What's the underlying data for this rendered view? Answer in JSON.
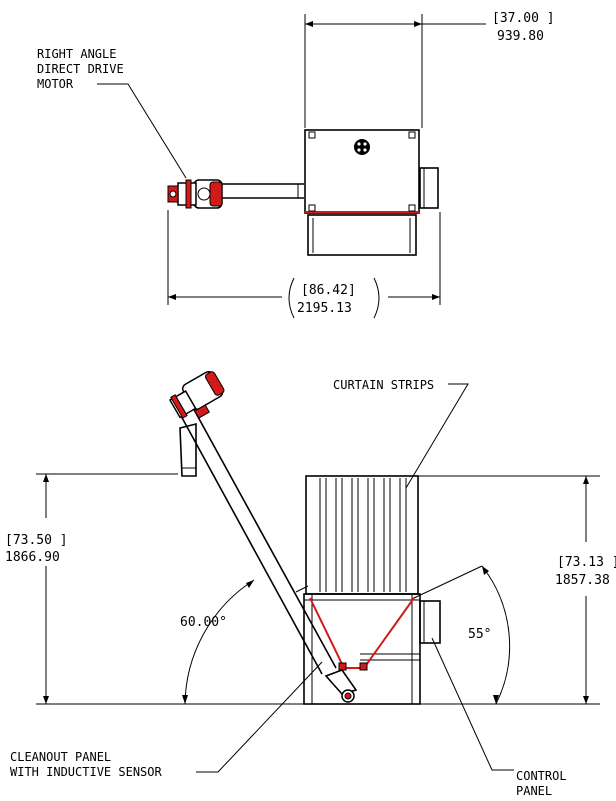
{
  "top_view": {
    "width_dim_in": "[37.00 ]",
    "width_dim_mm": "939.80",
    "length_dim_in": "[86.42]",
    "length_dim_mm": "2195.13",
    "motor_label_line1": "RIGHT ANGLE",
    "motor_label_line2": "DIRECT DRIVE",
    "motor_label_line3": "MOTOR"
  },
  "side_view": {
    "curtain_label": "CURTAIN STRIPS",
    "left_height_in": "[73.50 ]",
    "left_height_mm": "1866.90",
    "right_height_in": "[73.13 ]",
    "right_height_mm": "1857.38",
    "auger_angle": "60.00°",
    "hopper_angle": "55°",
    "cleanout_line1": "CLEANOUT PANEL",
    "cleanout_line2": "WITH INDUCTIVE SENSOR",
    "control_line1": "CONTROL",
    "control_line2": "PANEL"
  },
  "colors": {
    "line": "#000000",
    "accent": "#d21a1a"
  }
}
